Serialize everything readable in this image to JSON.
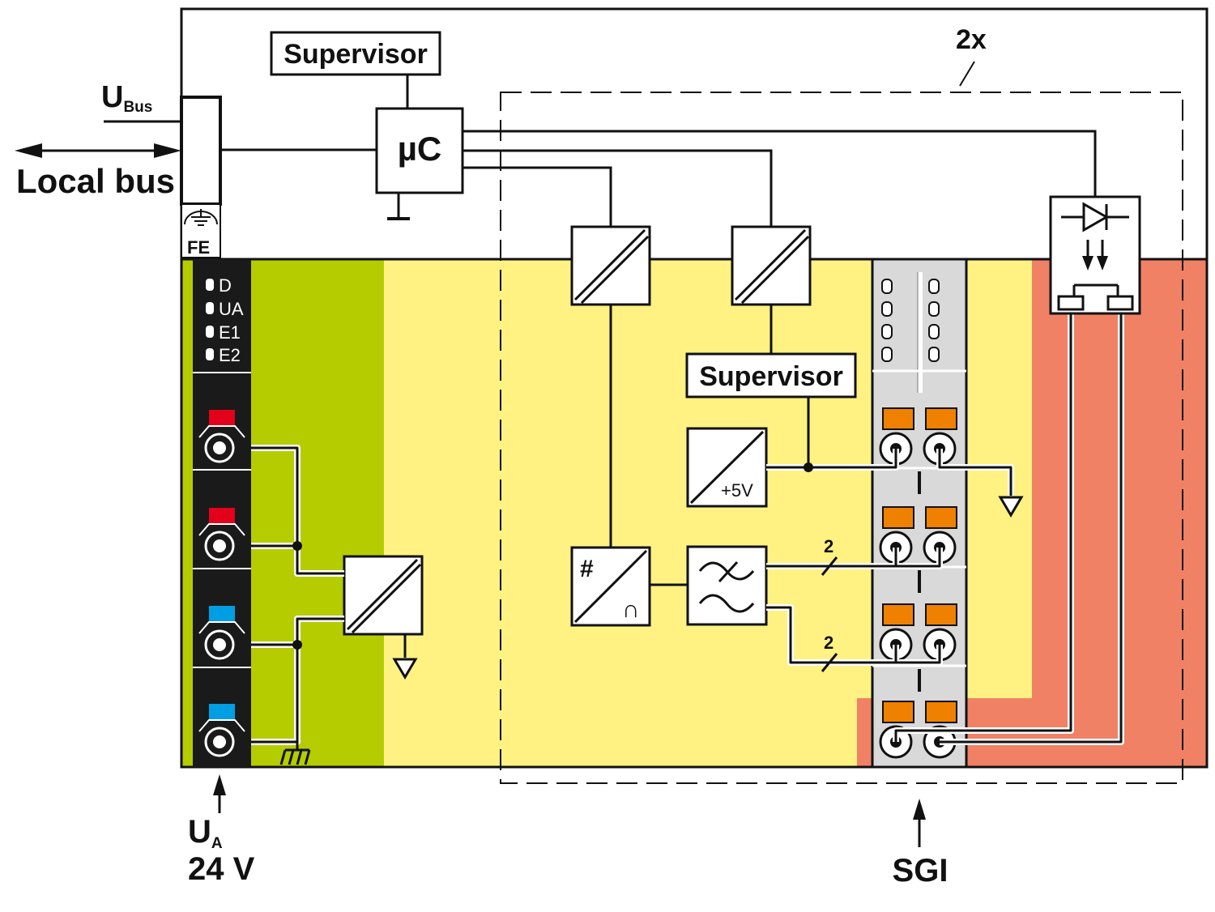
{
  "diagram": {
    "labels": {
      "u_bus_main": "U",
      "u_bus_sub": "Bus",
      "local_bus": "Local bus",
      "fe": "FE",
      "supervisor_top": "Supervisor",
      "microcontroller": "µC",
      "multiplier": "2x",
      "supervisor_mid": "Supervisor",
      "plus5v": "+5V",
      "digital_symbol": "#",
      "analog_symbol": "∩",
      "bus_width_1": "2",
      "bus_width_2": "2",
      "u_a_main": "U",
      "u_a_sub": "A",
      "voltage": "24 V",
      "sgi": "SGI"
    },
    "leds": [
      "D",
      "UA",
      "E1",
      "E2"
    ],
    "colors": {
      "green_zone": "#b5cc00",
      "yellow_zone": "#fff282",
      "red_zone": "#f08165",
      "terminal_block": "#d9d9d9",
      "terminal_clip": "#f08000",
      "connector_red": "#e3001b",
      "connector_blue": "#009fe3",
      "panel": "#1a1a1a"
    }
  }
}
